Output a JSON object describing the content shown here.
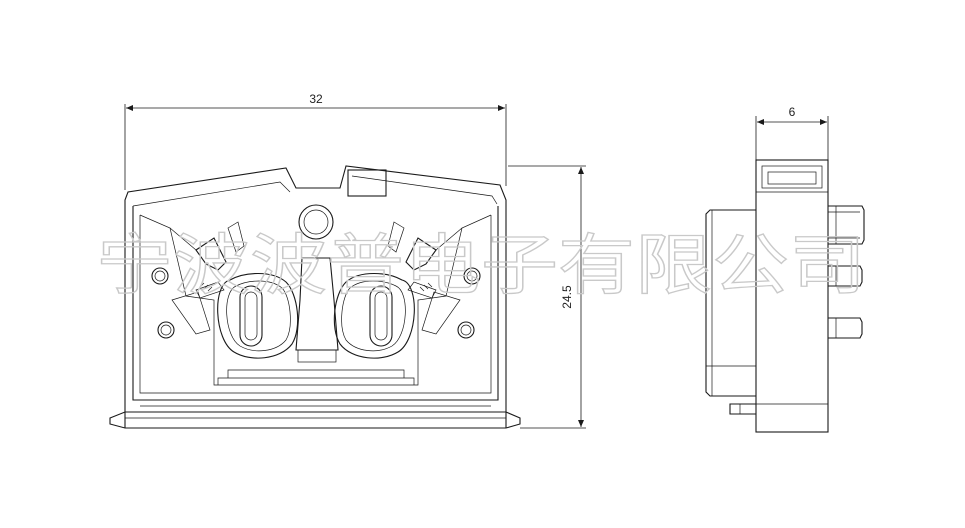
{
  "dimensions": {
    "width": "32",
    "height": "24.5",
    "depth": "6"
  },
  "watermark": "宁波波普电子有限公司",
  "colors": {
    "line": "#1a1a1a",
    "watermark": "#c9c9c9",
    "background": "#ffffff"
  }
}
